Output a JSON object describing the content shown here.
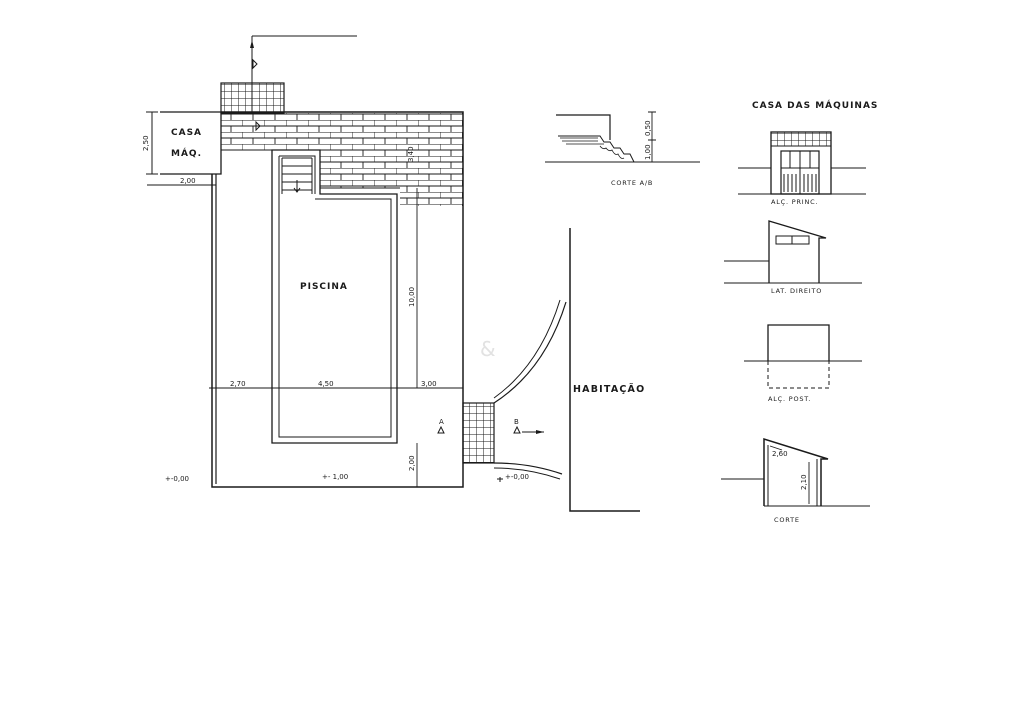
{
  "plan": {
    "casa_maq_label_1": "CASA",
    "casa_maq_label_2": "MÁQ.",
    "dim_casa_height": "2,50",
    "dim_casa_width": "2,00",
    "piscina_label": "PISCINA",
    "dim_pool_length": "10,00",
    "dim_steps": "3,40",
    "dim_left": "2,70",
    "dim_pool_width": "4,50",
    "dim_right": "3,00",
    "dim_bottom": "2,00",
    "level_outside": "+-0,00",
    "level_deck": "+- 1,00",
    "level_entry": "+-0,00",
    "section_a": "A",
    "section_b": "B",
    "habitacao_label": "HABITAÇÃO"
  },
  "corte_ab": {
    "label": "CORTE  A/B",
    "dim_top": "0,50",
    "dim_bottom": "1,00"
  },
  "casa_maquinas": {
    "title": "CASA  DAS  MÁQUINAS",
    "alc_princ": "ALÇ. PRINC.",
    "lat_direito": "LAT. DIREITO",
    "alc_post": "ALÇ. POST.",
    "corte": "CORTE",
    "dim_h1": "2,60",
    "dim_h2": "2,10"
  },
  "watermark": "&"
}
